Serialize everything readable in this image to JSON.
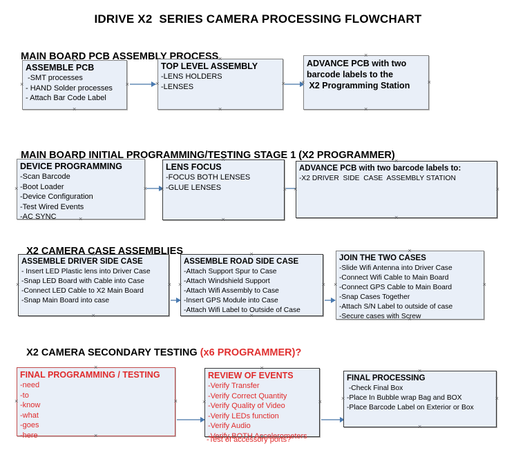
{
  "document": {
    "title": "IDRIVE X2  SERIES CAMERA PROCESSING FLOWCHART"
  },
  "colors": {
    "box_fill": "#e9eff8",
    "box_border": "#808080",
    "box_border_dark": "#3a3a3a",
    "arrow": "#4a7ab0",
    "accent_red": "#e02b2b",
    "text": "#000000"
  },
  "sections": [
    {
      "id": "main-board-pcb-assembly-process",
      "heading": "MAIN BOARD PCB ASSEMBLY PROCESS",
      "heading_accent": "",
      "boxes": [
        {
          "id": "assemble-pcb",
          "title": "ASSEMBLE PCB",
          "lines": [
            " -SMT processes",
            "- HAND Solder processes",
            "- Attach Bar Code Label"
          ]
        },
        {
          "id": "top-level-assembly",
          "title": "TOP LEVEL ASSEMBLY",
          "lines": [
            "-LENS HOLDERS",
            "-LENSES"
          ]
        },
        {
          "id": "advance-pcb-to-x2-programming-station",
          "title": "ADVANCE PCB with two\nbarcode labels to the\n X2 Programming Station",
          "lines": []
        }
      ]
    },
    {
      "id": "main-board-initial-programming-testing-stage-1",
      "heading": "MAIN BOARD INITIAL PROGRAMMING/TESTING STAGE 1 (X2 PROGRAMMER)",
      "heading_accent": "",
      "boxes": [
        {
          "id": "device-programming",
          "title": "DEVICE PROGRAMMING",
          "lines": [
            "-Scan Barcode",
            "-Boot Loader",
            "-Device Configuration",
            "-Test Wired Events",
            "-AC SYNC"
          ]
        },
        {
          "id": "lens-focus",
          "title": "LENS FOCUS",
          "lines": [
            "-FOCUS BOTH LENSES",
            "-GLUE LENSES"
          ]
        },
        {
          "id": "advance-pcb-to-driver-side-case-assembly",
          "title": "ADVANCE PCB with two barcode labels to:",
          "lines": [
            "-X2 DRIVER  SIDE  CASE  ASSEMBLY STATION"
          ]
        }
      ]
    },
    {
      "id": "x2-camera-case-assemblies",
      "heading": "X2 CAMERA CASE ASSEMBLIES",
      "heading_accent": "",
      "boxes": [
        {
          "id": "assemble-driver-side-case",
          "title": "ASSEMBLE DRIVER SIDE CASE",
          "lines": [
            "- Insert LED Plastic lens into Driver Case",
            "-Snap LED Board with Cable into Case",
            "-Connect LED Cable to X2 Main Board",
            "-Snap Main Board into case"
          ]
        },
        {
          "id": "assemble-road-side-case",
          "title": "ASSEMBLE ROAD SIDE CASE",
          "lines": [
            "-Attach Support Spur to Case",
            "-Attach Windshield Support",
            "-Attach Wifi Assembly to Case",
            "-Insert GPS Module into Case",
            "-Attach Wifi Label to Outside of Case"
          ]
        },
        {
          "id": "join-the-two-cases",
          "title": "JOIN THE TWO CASES",
          "lines": [
            "-Slide Wifi Antenna into Driver Case",
            "-Connect Wifi Cable to Main Board",
            "-Connect GPS Cable to Main Board",
            "-Snap Cases Together",
            "-Attach S/N Label to outside of case",
            "-Secure cases with Screw"
          ]
        }
      ]
    },
    {
      "id": "x2-camera-secondary-testing",
      "heading": "X2 CAMERA SECONDARY TESTING ",
      "heading_accent": "(x6 PROGRAMMER)?",
      "boxes": [
        {
          "id": "final-programming-testing",
          "title": "FINAL PROGRAMMING / TESTING",
          "lines": [
            "-need",
            "-to",
            "-know",
            "-what",
            "-goes",
            "-here"
          ]
        },
        {
          "id": "review-of-events",
          "title": "REVIEW OF EVENTS",
          "lines": [
            "-Verify Transfer",
            "-Verify Correct Quantity",
            "-Verify Quality of Video",
            "-Verify LEDs function",
            "-Verify Audio",
            "-Verify BOTH Accelerometers"
          ],
          "overflow_line": "-Test of accessory ports?"
        },
        {
          "id": "final-processing",
          "title": "FINAL PROCESSING",
          "lines": [
            " -Check Final Box",
            "-Place In Bubble wrap Bag and BOX",
            "-Place Barcode Label on Exterior or Box"
          ]
        }
      ]
    }
  ]
}
